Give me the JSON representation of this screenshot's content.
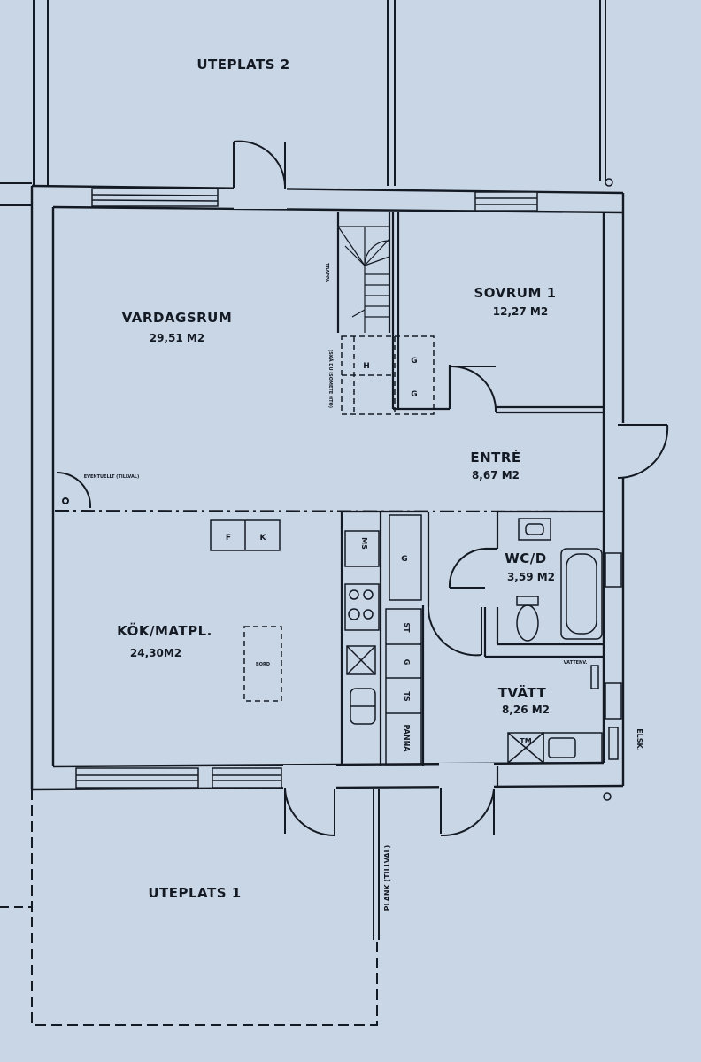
{
  "colors": {
    "paper": "#c9d6e6",
    "ink": "#141a24",
    "wall": "#141a24"
  },
  "rooms": {
    "uteplats2": {
      "name": "UTEPLATS 2"
    },
    "vardagsrum": {
      "name": "VARDAGSRUM",
      "area": "29,51 M2"
    },
    "sovrum1": {
      "name": "SOVRUM 1",
      "area": "12,27 M2"
    },
    "entre": {
      "name": "ENTRÉ",
      "area": "8,67 M2"
    },
    "kok": {
      "name": "KÖK/MATPL.",
      "area": "24,30M2"
    },
    "wc": {
      "name": "WC/D",
      "area": "3,59 M2"
    },
    "tvatt": {
      "name": "TVÄTT",
      "area": "8,26 M2"
    },
    "uteplats1": {
      "name": "UTEPLATS 1"
    }
  },
  "fixtures": {
    "f": "F",
    "k": "K",
    "g_bed_top": "G",
    "g_bed_bottom": "G",
    "h": "H",
    "g_kitchen": "G",
    "st": "ST",
    "g_low": "G",
    "ts": "TS",
    "panna": "PANNA",
    "ms": "MS",
    "tm": "TM",
    "trappa": "TRAPPA",
    "schakt": "(SKÅ DU ISOMETE HTO)",
    "eldstad": "EVENTUELLT (TILLVAL)",
    "bord": "BORD",
    "vattenv": "VATTENV.",
    "elsk": "ELSK.",
    "plank": "PLANK (TILLVAL)"
  }
}
